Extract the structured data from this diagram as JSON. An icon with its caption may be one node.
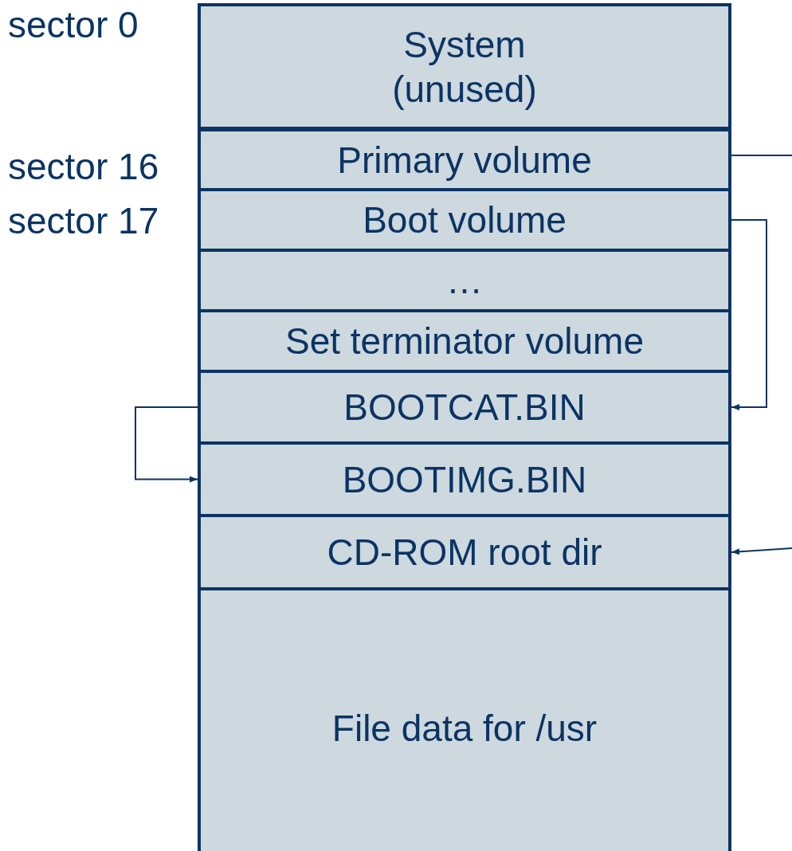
{
  "diagram": {
    "nodes": [
      {
        "text": [
          "System (unused)"
        ],
        "beside": [
          "sector 0"
        ]
      },
      {
        "text": [
          "Primary volume"
        ],
        "beside": [
          "sector 16"
        ]
      },
      {
        "text": [
          "Boot volume"
        ],
        "beside": [
          "sector 17"
        ]
      },
      {
        "text": [
          "…"
        ]
      },
      {
        "text": [
          "Set terminator volume"
        ]
      },
      {
        "text": [
          "BOOTCAT.BIN"
        ]
      },
      {
        "text": [
          "BOOTIMG.BIN"
        ]
      },
      {
        "text": [
          "CD-ROM root dir"
        ]
      },
      {
        "text": [
          "File data for /usr"
        ]
      }
    ],
    "edges": [
      {
        "from": 1,
        "to": null,
        "arrow": "none"
      },
      {
        "from": null,
        "to": 7,
        "arrow": "to"
      },
      {
        "from": 2,
        "to": 5,
        "arrow": "to"
      },
      {
        "from": 5,
        "to": 6,
        "arrow": "to"
      }
    ]
  }
}
